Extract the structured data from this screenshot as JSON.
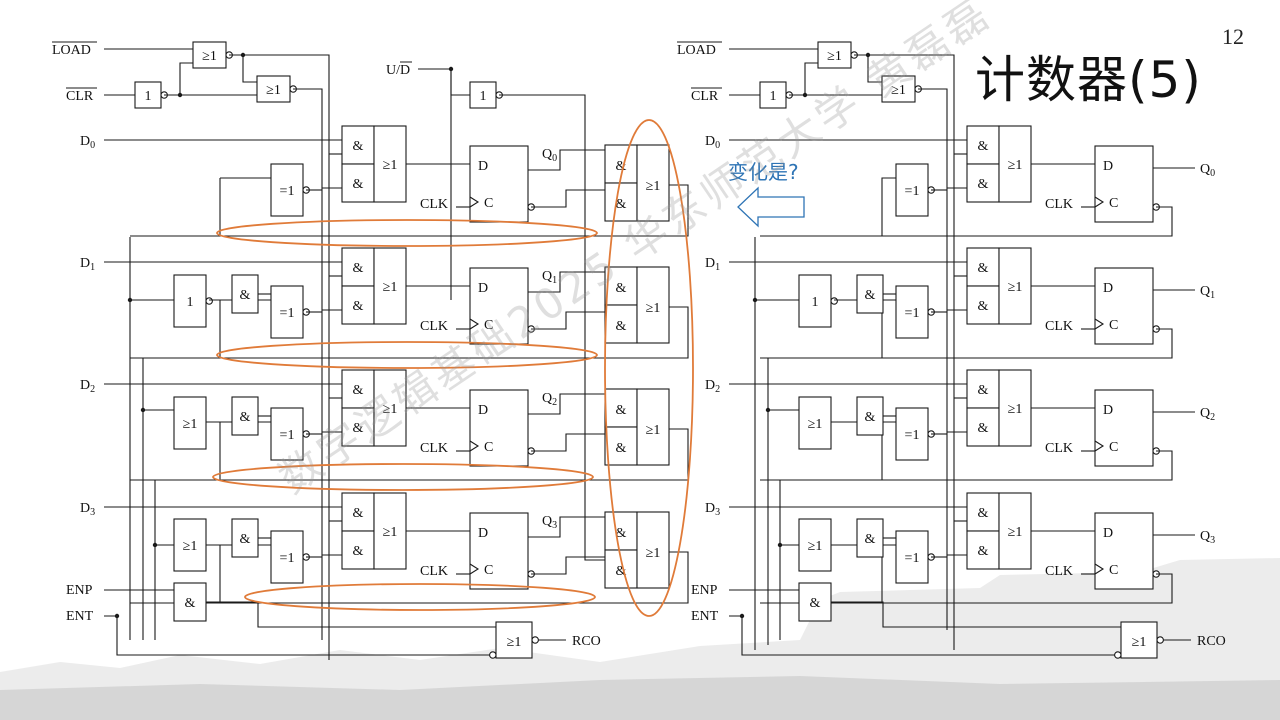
{
  "slide": {
    "title": "计数器(5)",
    "page_number": "12",
    "question_text": "变化是?",
    "watermark_text": "数字逻辑基础2025 华东师范大学 黄磊磊"
  },
  "signals": {
    "load": "LOAD",
    "clr": "CLR",
    "up_down": "U/D",
    "data": [
      "D",
      "D",
      "D",
      "D"
    ],
    "data_sub": [
      "0",
      "1",
      "2",
      "3"
    ],
    "q": [
      "Q",
      "Q",
      "Q",
      "Q"
    ],
    "clk": "CLK",
    "enp": "ENP",
    "ent": "ENT",
    "rco": "RCO"
  },
  "gates": {
    "and": "&",
    "or": "≥1",
    "xor": "=1",
    "not": "1",
    "ff_d": "D",
    "ff_c": "C"
  },
  "colors": {
    "line": "#1a1a1a",
    "highlight": "#E07B39",
    "accent_blue": "#2E74B5"
  }
}
